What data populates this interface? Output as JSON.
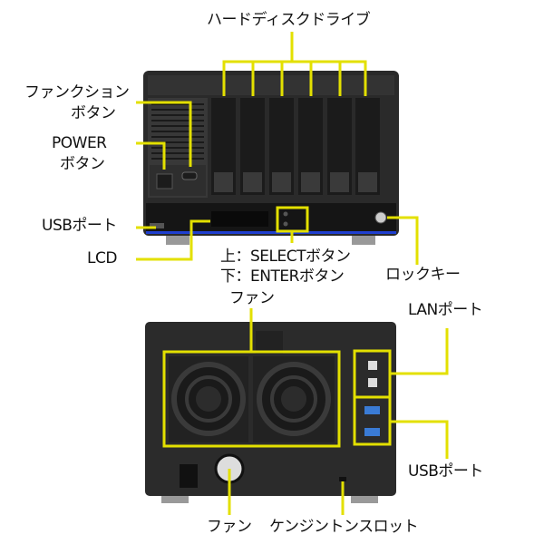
{
  "colors": {
    "callout": "#e3e000",
    "body": "#2a2a2a",
    "accent_stripe": "#1f3fd0"
  },
  "front": {
    "hdd_label": "ハードディスクドライブ",
    "function_label_1": "ファンクション",
    "function_label_2": "ボタン",
    "power_label_1": "POWER",
    "power_label_2": "ボタン",
    "usb_label": "USBポート",
    "lcd_label": "LCD",
    "select_label": "上：SELECTボタン",
    "enter_label": "下：ENTERボタン",
    "lock_label": "ロックキー"
  },
  "rear": {
    "fan_top_label": "ファン",
    "lan_label": "LANポート",
    "usb_label": "USBポート",
    "fan_bottom_label": "ファン",
    "kensington_label": "ケンジントンスロット"
  }
}
